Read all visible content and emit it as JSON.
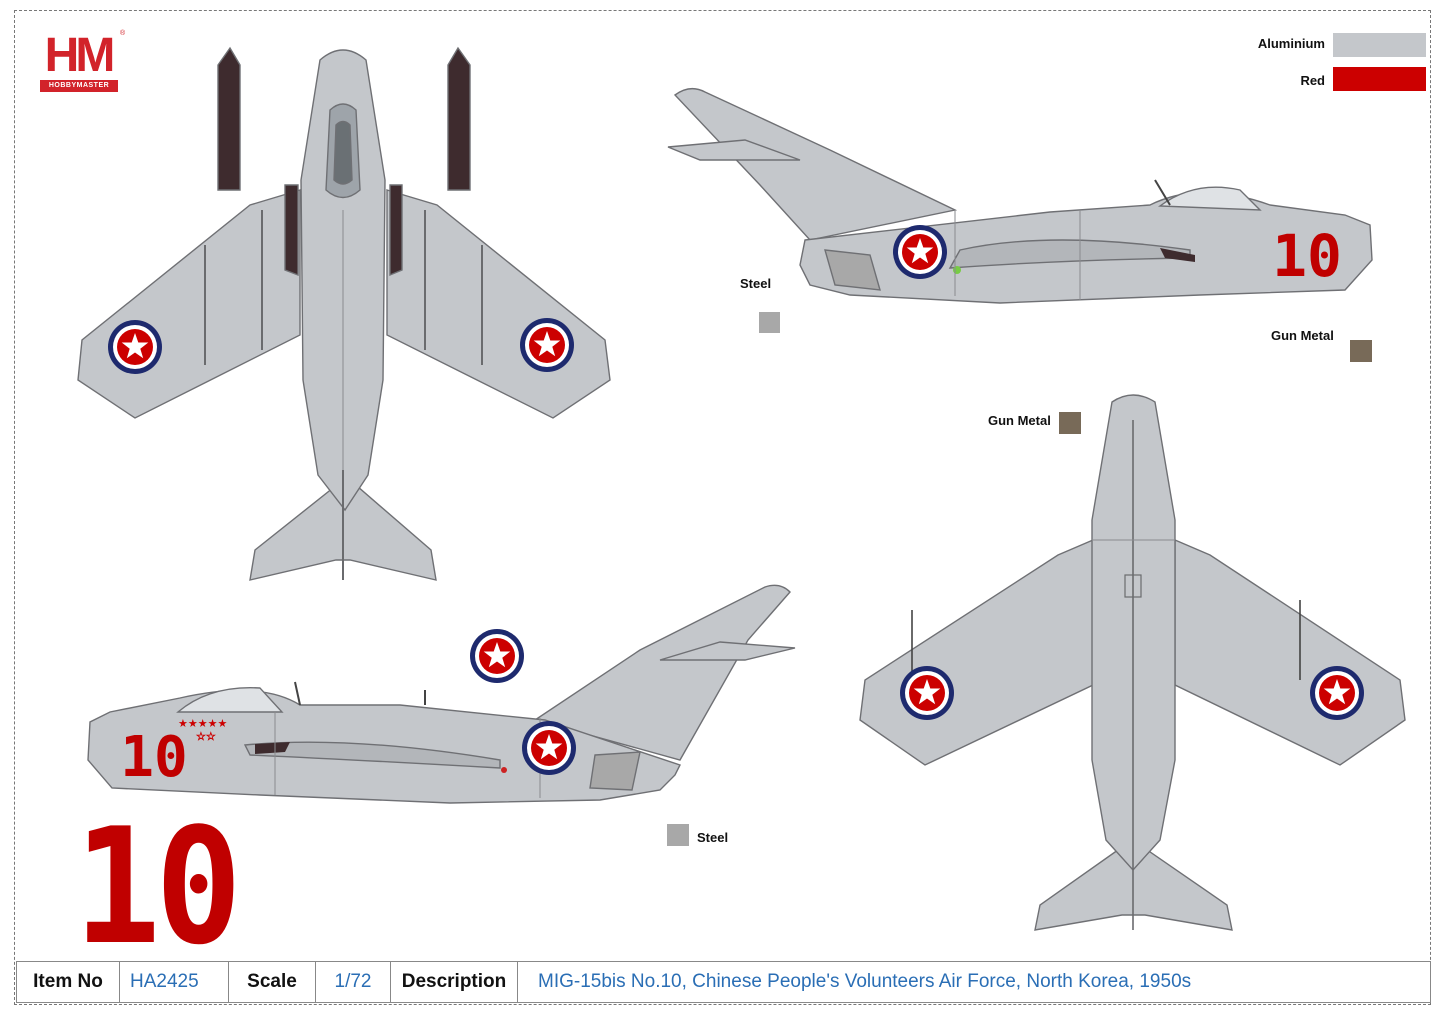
{
  "brand": {
    "logo_text": "HM",
    "logo_sub": "HOBBYMASTER",
    "logo_mark": "®"
  },
  "aircraft_marking": {
    "number": "10"
  },
  "palette": {
    "aluminium": "#c4c7cb",
    "red": "#cc0000",
    "steel": "#a8a8a8",
    "gun_metal": "#786a58",
    "roundel_blue": "#1e2a6e",
    "panel_lines": "#7d7d80",
    "flap_dark": "#3e2b2e"
  },
  "legend": {
    "aluminium": "Aluminium",
    "red": "Red",
    "steel": "Steel",
    "gun_metal": "Gun Metal"
  },
  "info_table": {
    "item_no_label": "Item No",
    "item_no": "HA2425",
    "scale_label": "Scale",
    "scale": "1/72",
    "description_label": "Description",
    "description": "MIG-15bis No.10, Chinese People's Volunteers Air Force, North Korea, 1950s"
  }
}
